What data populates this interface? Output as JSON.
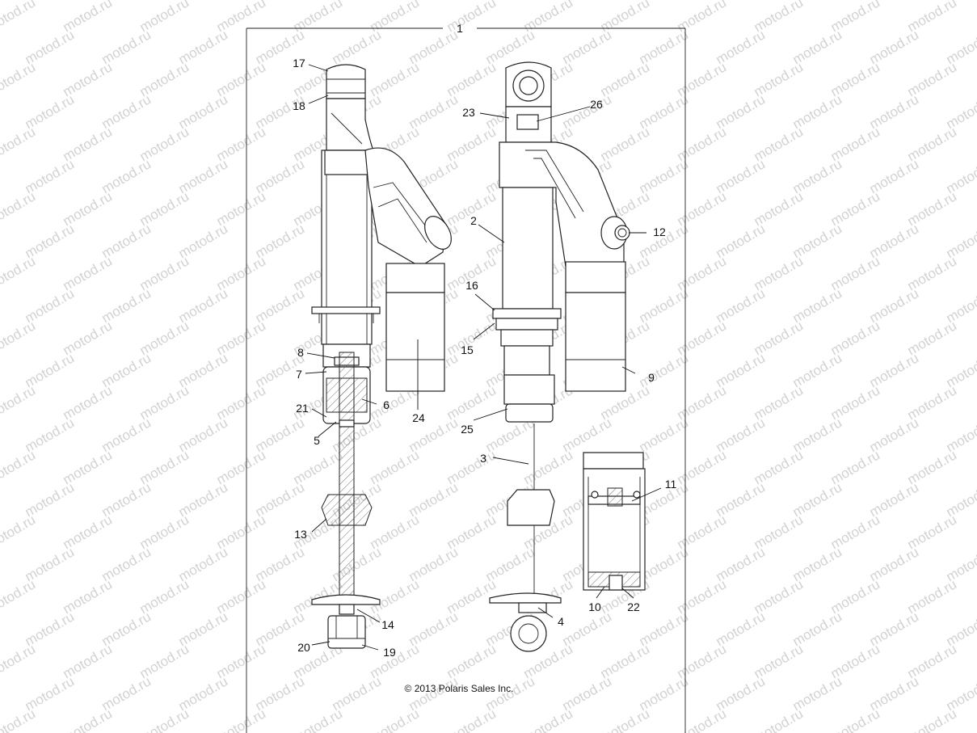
{
  "watermark": "motod.ru",
  "frame_label": "1",
  "copyright": "© 2013 Polaris Sales Inc.",
  "callouts": [
    {
      "id": "17",
      "text": "17"
    },
    {
      "id": "18",
      "text": "18"
    },
    {
      "id": "8",
      "text": "8"
    },
    {
      "id": "7",
      "text": "7"
    },
    {
      "id": "6",
      "text": "6"
    },
    {
      "id": "21",
      "text": "21"
    },
    {
      "id": "5",
      "text": "5"
    },
    {
      "id": "24",
      "text": "24"
    },
    {
      "id": "13",
      "text": "13"
    },
    {
      "id": "14",
      "text": "14"
    },
    {
      "id": "20",
      "text": "20"
    },
    {
      "id": "19",
      "text": "19"
    },
    {
      "id": "23",
      "text": "23"
    },
    {
      "id": "26",
      "text": "26"
    },
    {
      "id": "2",
      "text": "2"
    },
    {
      "id": "12",
      "text": "12"
    },
    {
      "id": "16",
      "text": "16"
    },
    {
      "id": "15",
      "text": "15"
    },
    {
      "id": "9",
      "text": "9"
    },
    {
      "id": "25",
      "text": "25"
    },
    {
      "id": "3",
      "text": "3"
    },
    {
      "id": "4",
      "text": "4"
    },
    {
      "id": "11",
      "text": "11"
    },
    {
      "id": "10",
      "text": "10"
    },
    {
      "id": "22",
      "text": "22"
    }
  ]
}
